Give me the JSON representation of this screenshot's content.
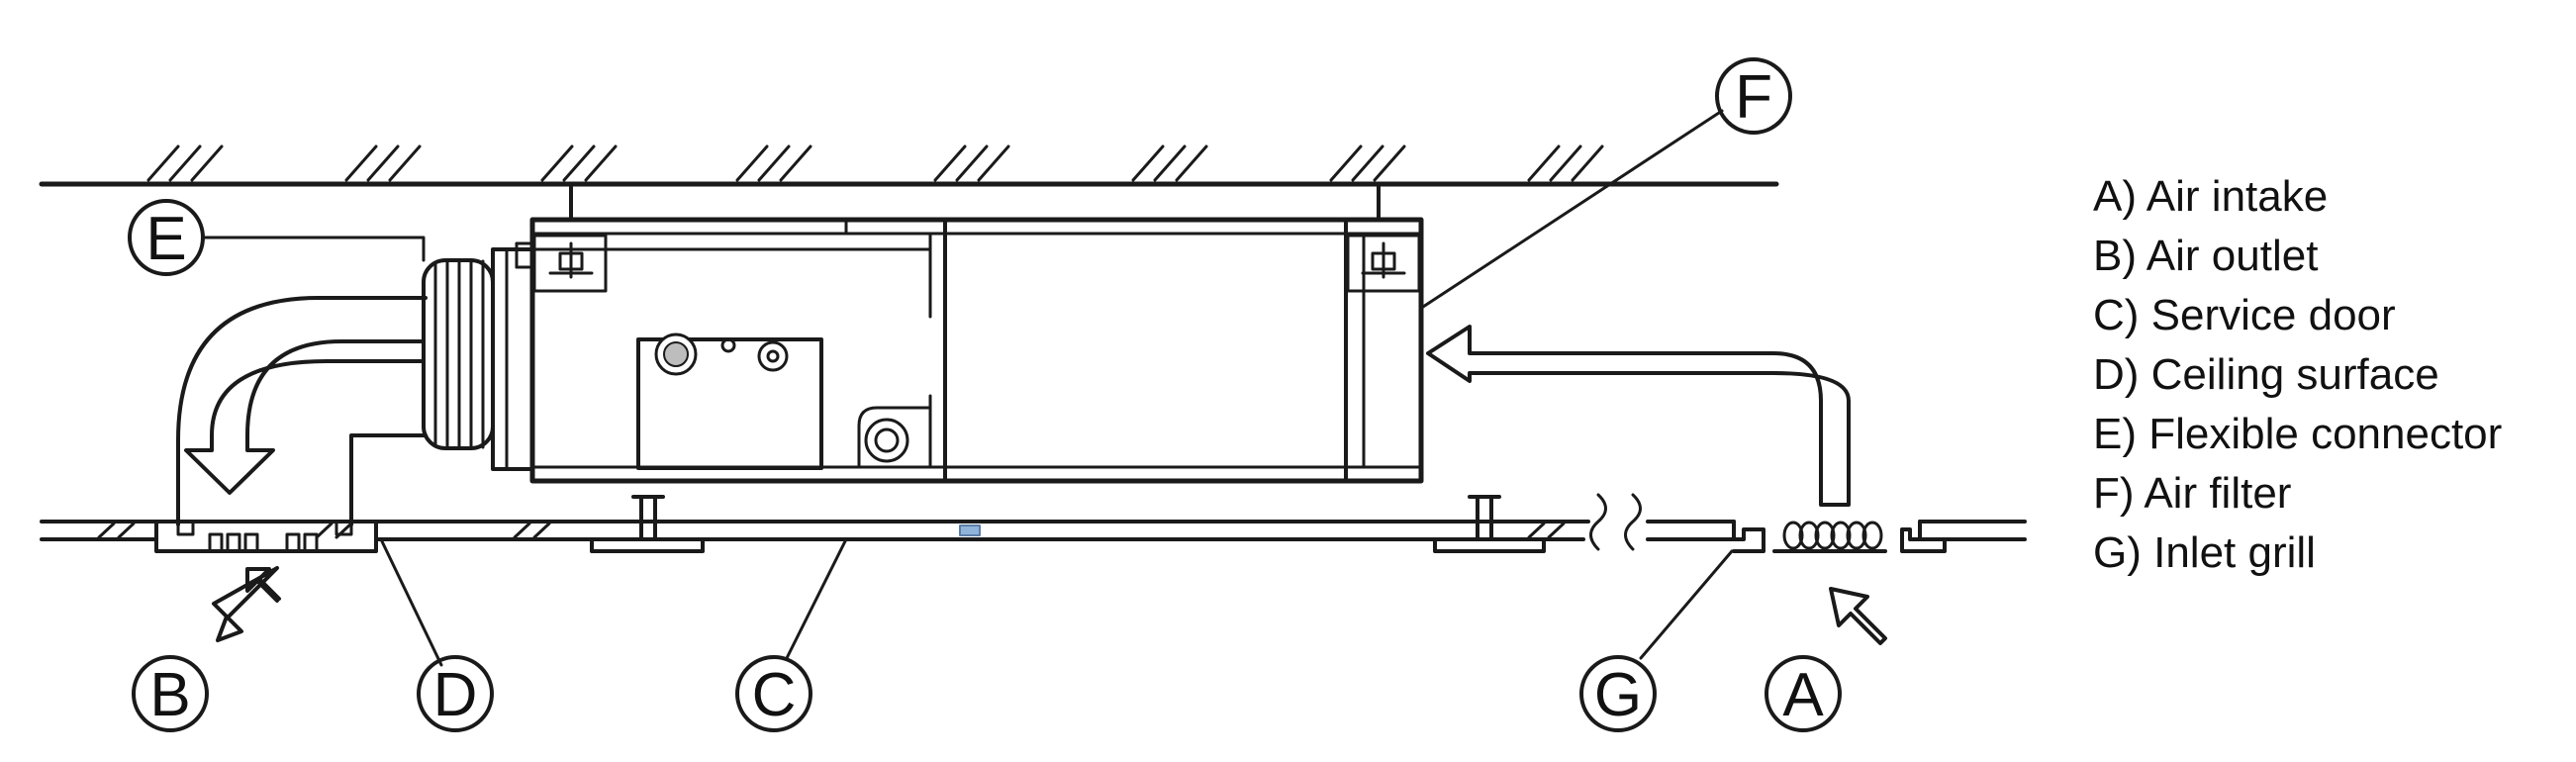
{
  "callouts": {
    "A": "A",
    "B": "B",
    "C": "C",
    "D": "D",
    "E": "E",
    "F": "F",
    "G": "G"
  },
  "legend": {
    "items": [
      "A) Air intake",
      "B) Air outlet",
      "C) Service door",
      "D) Ceiling surface",
      "E) Flexible connector",
      "F) Air filter",
      "G) Inlet grill"
    ]
  },
  "colors": {
    "line": "#1a1a1a",
    "knob": "#bdbdbd",
    "accent": "#8fb3d9"
  }
}
